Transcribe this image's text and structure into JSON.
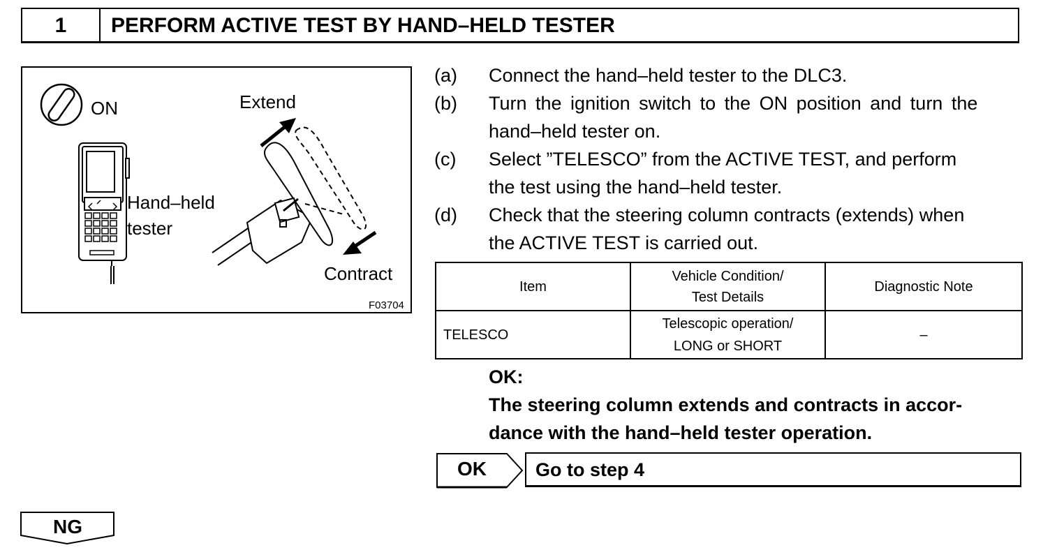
{
  "step": {
    "number": "1",
    "title": "PERFORM ACTIVE TEST BY HAND–HELD TESTER"
  },
  "figure": {
    "on_label": "ON",
    "extend_label": "Extend",
    "contract_label": "Contract",
    "tester_label_line1": "Hand–held",
    "tester_label_line2": "tester",
    "code": "F03704"
  },
  "instructions": [
    {
      "letter": "(a)",
      "lines": [
        "Connect the hand–held tester to the DLC3."
      ]
    },
    {
      "letter": "(b)",
      "lines": [
        "Turn the ignition switch to the ON position and turn the",
        "hand–held tester on."
      ]
    },
    {
      "letter": "(c)",
      "lines": [
        "Select ”TELESCO” from the ACTIVE TEST, and perform",
        "the test using the hand–held tester."
      ]
    },
    {
      "letter": "(d)",
      "lines": [
        "Check that the steering column contracts (extends) when",
        "the ACTIVE TEST is carried out."
      ]
    }
  ],
  "table": {
    "headers": [
      "Item",
      "Vehicle Condition/",
      "Test Details",
      "Diagnostic Note"
    ],
    "row": [
      "TELESCO",
      "Telescopic operation/",
      "LONG or SHORT",
      "–"
    ]
  },
  "ok_result": {
    "heading": "OK:",
    "line1": "The steering column extends and contracts in accor-",
    "line2": "dance with the hand–held tester operation."
  },
  "ok_branch": {
    "label": "OK",
    "action": "Go to step 4"
  },
  "ng_branch": {
    "label": "NG"
  }
}
